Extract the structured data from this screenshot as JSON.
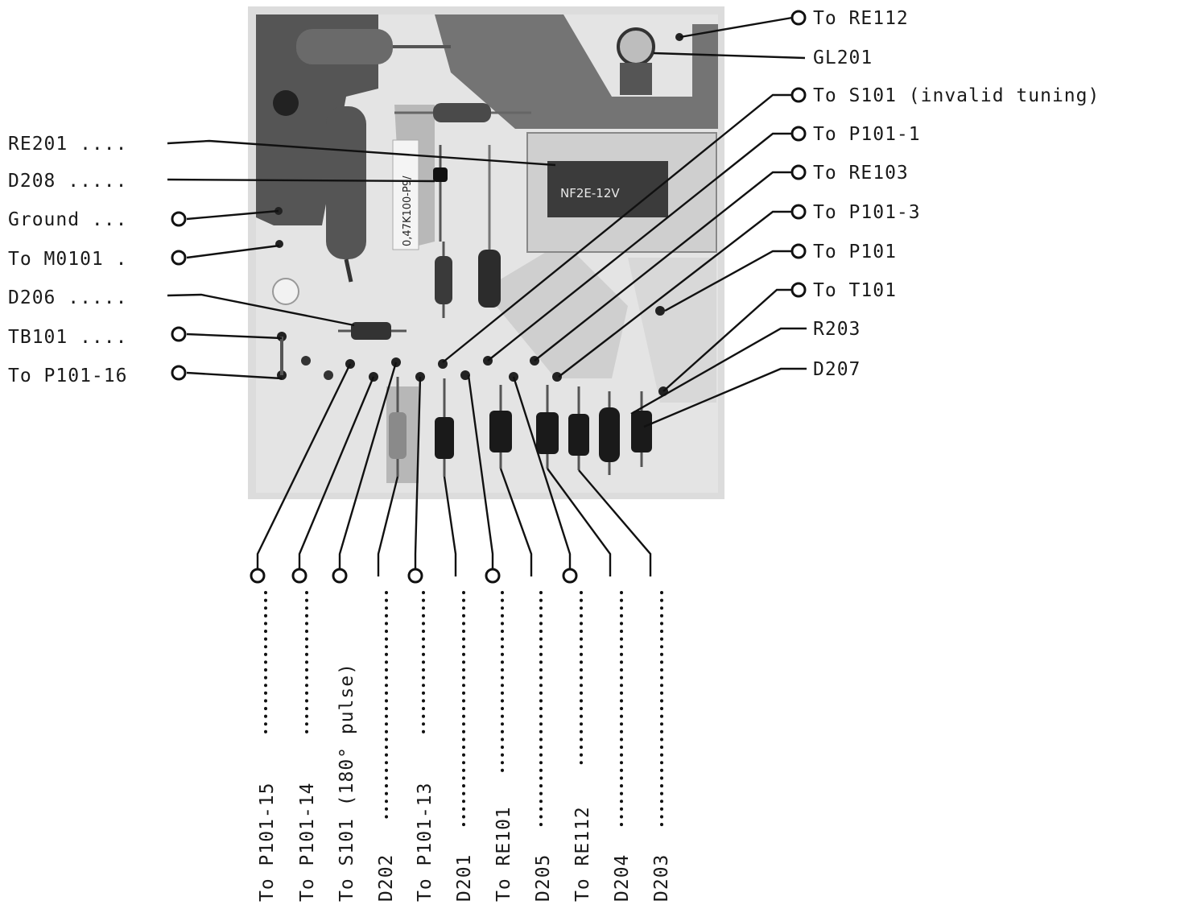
{
  "board": {
    "relay_marking": "NF2E-12V",
    "capacitor_marking": "0,47K100-P9/"
  },
  "right_labels": [
    {
      "text": "To RE112",
      "terminal": true
    },
    {
      "text": "GL201",
      "terminal": false
    },
    {
      "text": "To S101 (invalid tuning)",
      "terminal": true
    },
    {
      "text": "To P101-1",
      "terminal": true
    },
    {
      "text": "To RE103",
      "terminal": true
    },
    {
      "text": "To P101-3",
      "terminal": true
    },
    {
      "text": "To P101",
      "terminal": true
    },
    {
      "text": "To T101",
      "terminal": true
    },
    {
      "text": "R203",
      "terminal": false
    },
    {
      "text": "D207",
      "terminal": false
    }
  ],
  "left_labels": [
    {
      "text": "RE201 ....",
      "terminal": false
    },
    {
      "text": "D208 .....",
      "terminal": false
    },
    {
      "text": "Ground ...",
      "terminal": true
    },
    {
      "text": "To M0101 .",
      "terminal": true
    },
    {
      "text": "D206 .....",
      "terminal": false
    },
    {
      "text": "TB101 ....",
      "terminal": true
    },
    {
      "text": "To P101-16",
      "terminal": true
    }
  ],
  "bottom_labels": [
    {
      "text": "To P101-15",
      "terminal": true
    },
    {
      "text": "To P101-14",
      "terminal": true
    },
    {
      "text": "To S101 (180° pulse)",
      "terminal": true
    },
    {
      "text": "D202",
      "terminal": false
    },
    {
      "text": "To P101-13",
      "terminal": true
    },
    {
      "text": "D201",
      "terminal": false
    },
    {
      "text": "To RE101",
      "terminal": true
    },
    {
      "text": "D205",
      "terminal": false
    },
    {
      "text": "To RE112",
      "terminal": true
    },
    {
      "text": "D204",
      "terminal": false
    },
    {
      "text": "D203",
      "terminal": false
    }
  ]
}
